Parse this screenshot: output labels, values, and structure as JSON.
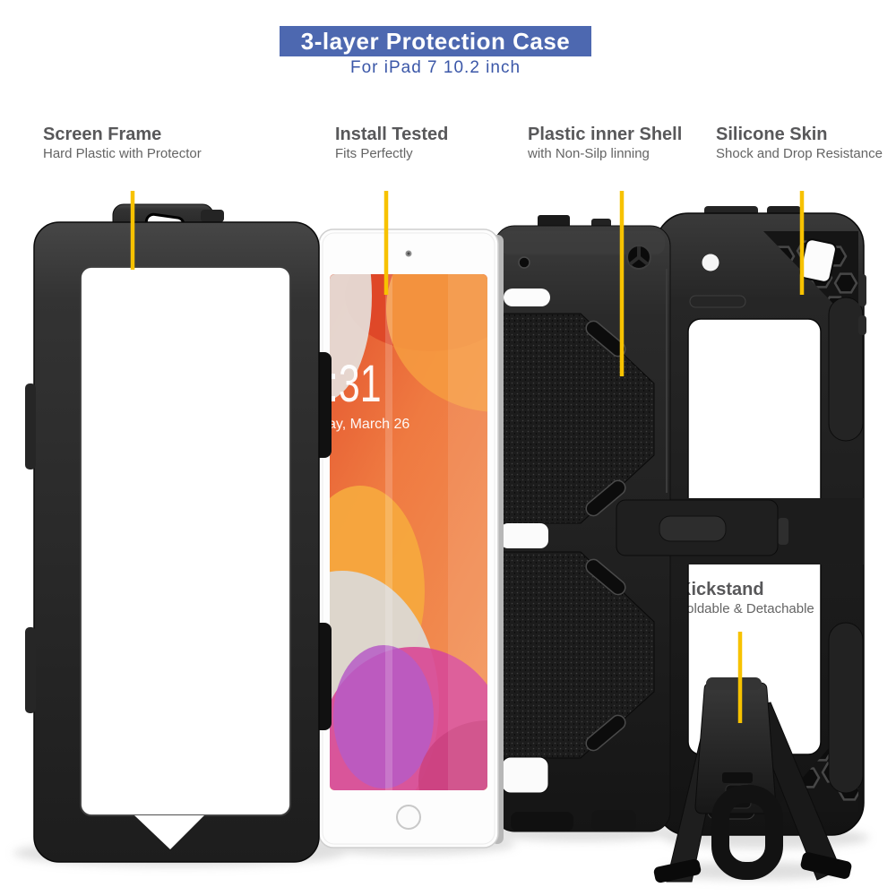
{
  "header": {
    "title": "3-layer Protection Case",
    "subtitle": "For iPad 7 10.2 inch"
  },
  "callouts": [
    {
      "title": "Screen Frame",
      "subtitle": "Hard Plastic with Protector"
    },
    {
      "title": "Install Tested",
      "subtitle": "Fits Perfectly"
    },
    {
      "title": "Plastic inner Shell",
      "subtitle": "with Non-Silp linning"
    },
    {
      "title": "Silicone Skin",
      "subtitle": "Shock and Drop Resistance"
    },
    {
      "title": "Kickstand",
      "subtitle": "Foldable & Detachable"
    }
  ],
  "tablet_screen": {
    "time": ":31",
    "date": "ay, March 26"
  },
  "colors": {
    "banner_bg": "#4d68b0",
    "banner_text": "#ffffff",
    "subtitle_color": "#3b57a8",
    "label_title": "#58585a",
    "label_sub": "#646464",
    "callout_line": "#f7c200"
  }
}
